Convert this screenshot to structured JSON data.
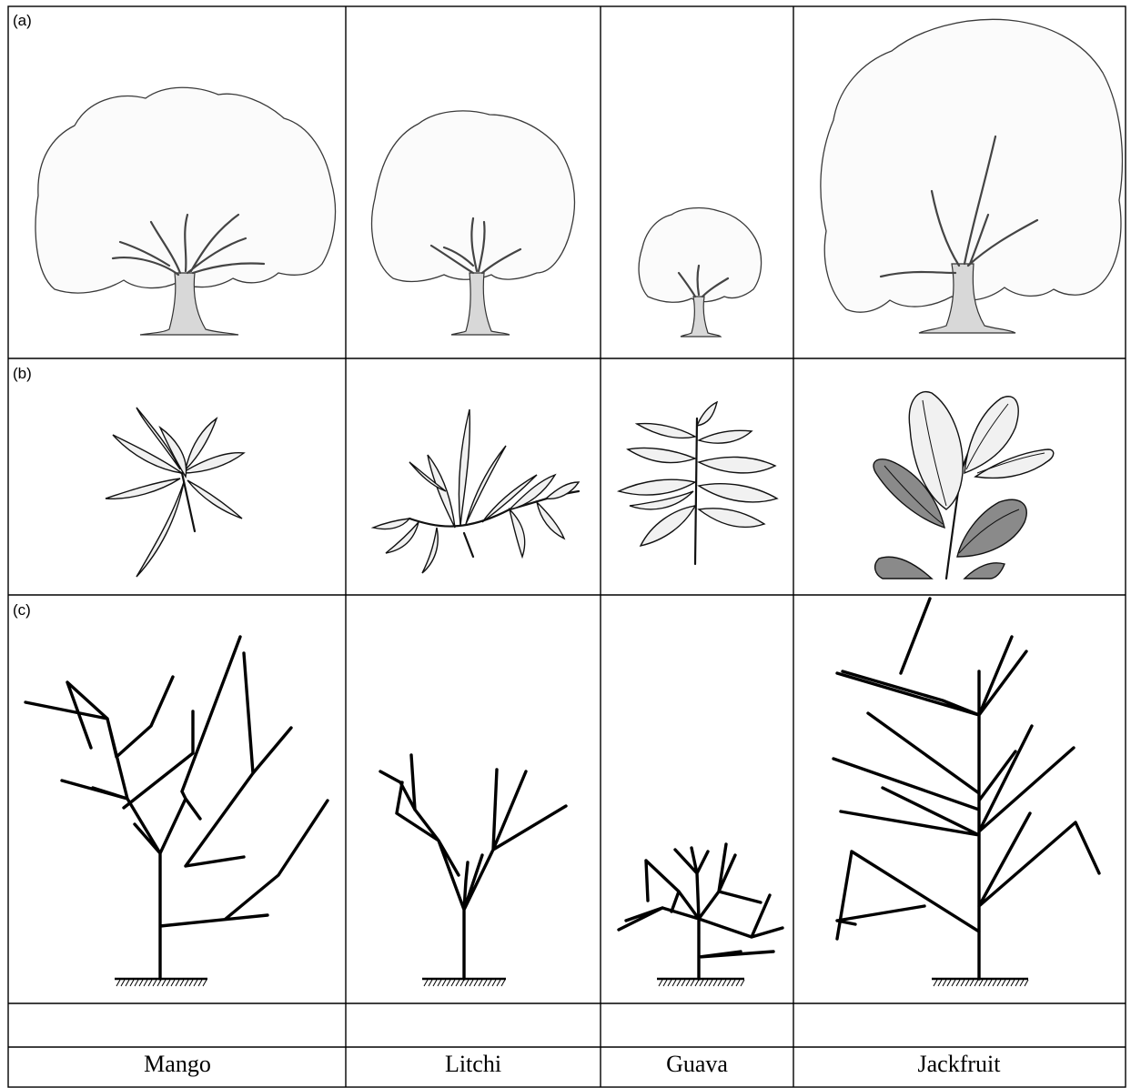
{
  "rows": {
    "a": "(a)",
    "b": "(b)",
    "c": "(c)"
  },
  "species": [
    "Mango",
    "Litchi",
    "Guava",
    "Jackfruit"
  ]
}
